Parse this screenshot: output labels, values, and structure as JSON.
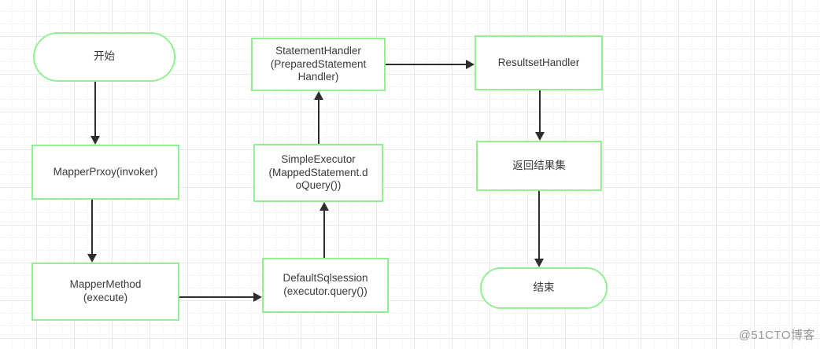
{
  "diagram": {
    "type": "flowchart",
    "nodes": [
      {
        "id": "start",
        "shape": "terminal",
        "label": "开始"
      },
      {
        "id": "mapper-proxy",
        "shape": "process",
        "label": "MapperPrxoy(invoker)"
      },
      {
        "id": "mapper-method",
        "shape": "process",
        "label": "MapperMethod\n(execute)"
      },
      {
        "id": "default-sqlsession",
        "shape": "process",
        "label": "DefaultSqlsession\n(executor.query())"
      },
      {
        "id": "simple-executor",
        "shape": "process",
        "label": "SimpleExecutor\n(MappedStatement.d\noQuery())"
      },
      {
        "id": "statement-handler",
        "shape": "process",
        "label": "StatementHandler\n(PreparedStatement\nHandler)"
      },
      {
        "id": "resultset-handler",
        "shape": "process",
        "label": "ResultsetHandler"
      },
      {
        "id": "return-result-set",
        "shape": "process",
        "label": "返回结果集"
      },
      {
        "id": "end",
        "shape": "terminal",
        "label": "结束"
      }
    ],
    "edges": [
      {
        "from": "start",
        "to": "mapper-proxy",
        "direction": "down"
      },
      {
        "from": "mapper-proxy",
        "to": "mapper-method",
        "direction": "down"
      },
      {
        "from": "mapper-method",
        "to": "default-sqlsession",
        "direction": "right"
      },
      {
        "from": "default-sqlsession",
        "to": "simple-executor",
        "direction": "up"
      },
      {
        "from": "simple-executor",
        "to": "statement-handler",
        "direction": "up"
      },
      {
        "from": "statement-handler",
        "to": "resultset-handler",
        "direction": "right"
      },
      {
        "from": "resultset-handler",
        "to": "return-result-set",
        "direction": "down"
      },
      {
        "from": "return-result-set",
        "to": "end",
        "direction": "down"
      }
    ],
    "colors": {
      "node_border": "#94ef94",
      "node_fill": "#ffffff",
      "arrow": "#2d2d2d",
      "text": "#3a3a3a",
      "watermark": "#979797",
      "grid_major": "#e9e9e9",
      "grid_minor": "#f5f5f5"
    },
    "watermark": "@51CTO博客"
  }
}
